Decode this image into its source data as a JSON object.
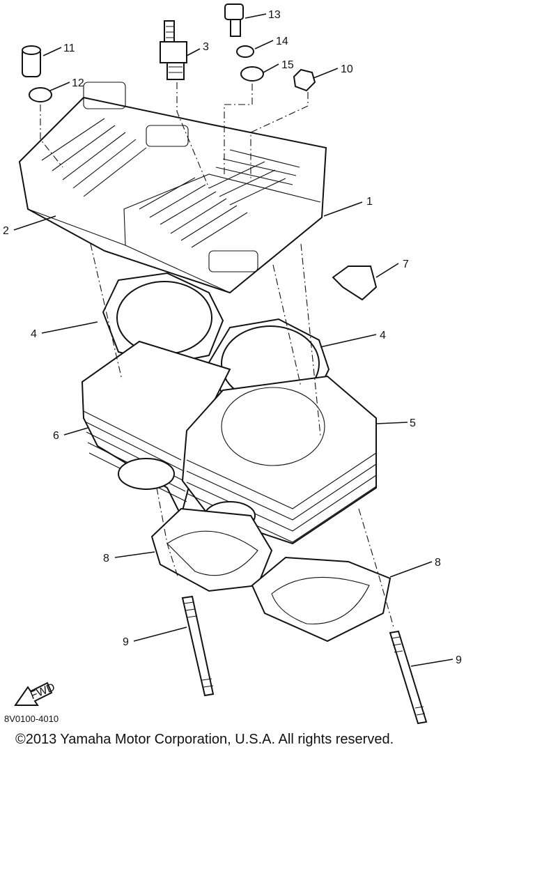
{
  "diagram": {
    "callouts": [
      "1",
      "2",
      "3",
      "4",
      "4",
      "5",
      "6",
      "7",
      "8",
      "8",
      "9",
      "9",
      "10",
      "11",
      "12",
      "13",
      "14",
      "15"
    ],
    "fwd_label": "FWD",
    "diagram_code": "8V0100-4010"
  },
  "footer": {
    "copyright": "©2013 Yamaha Motor Corporation, U.S.A. All rights reserved."
  }
}
